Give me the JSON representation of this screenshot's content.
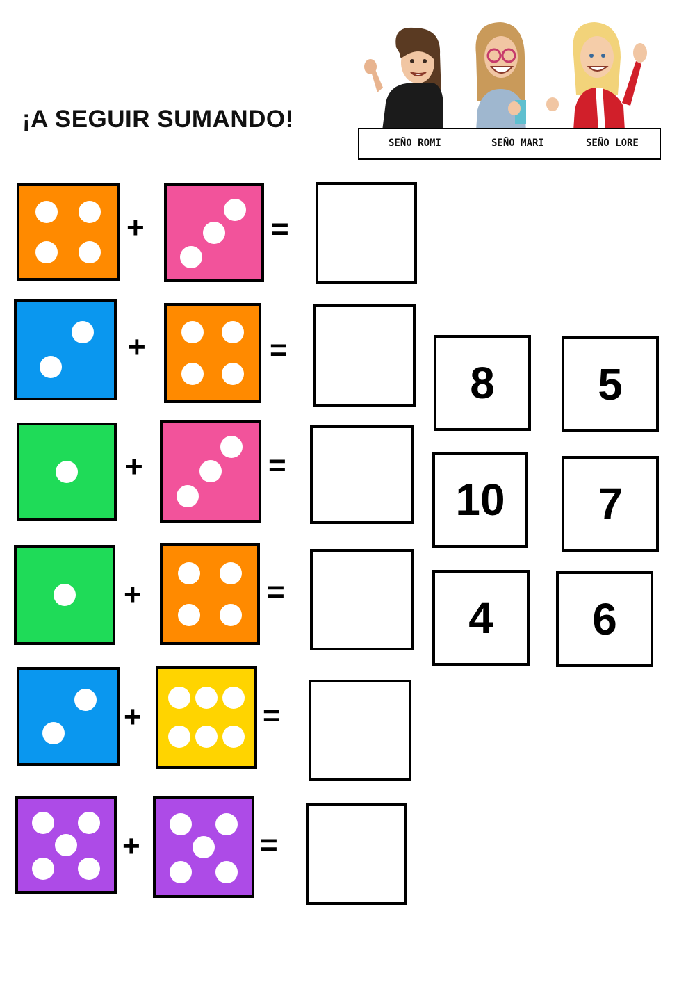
{
  "worksheet": {
    "title": "¡A SEGUIR SUMANDO!",
    "teachers": [
      "SEÑO ROMI",
      "SEÑO MARI",
      "SEÑO LORE"
    ],
    "plus_sign": "+",
    "equals_sign": "=",
    "colors": {
      "orange": "#ff8a00",
      "pink": "#f2539b",
      "blue": "#0a97ef",
      "green": "#1fdb58",
      "yellow": "#ffd400",
      "purple": "#ad4be7"
    },
    "problems": [
      {
        "left": {
          "pips": 4,
          "color": "orange"
        },
        "right": {
          "pips": 3,
          "color": "pink"
        }
      },
      {
        "left": {
          "pips": 2,
          "color": "blue"
        },
        "right": {
          "pips": 4,
          "color": "orange"
        }
      },
      {
        "left": {
          "pips": 1,
          "color": "green"
        },
        "right": {
          "pips": 3,
          "color": "pink"
        }
      },
      {
        "left": {
          "pips": 1,
          "color": "green"
        },
        "right": {
          "pips": 4,
          "color": "orange"
        }
      },
      {
        "left": {
          "pips": 2,
          "color": "blue"
        },
        "right": {
          "pips": 6,
          "color": "yellow"
        }
      },
      {
        "left": {
          "pips": 5,
          "color": "purple"
        },
        "right": {
          "pips": 5,
          "color": "purple"
        }
      }
    ],
    "answer_choices": [
      "8",
      "5",
      "10",
      "7",
      "4",
      "6"
    ]
  }
}
